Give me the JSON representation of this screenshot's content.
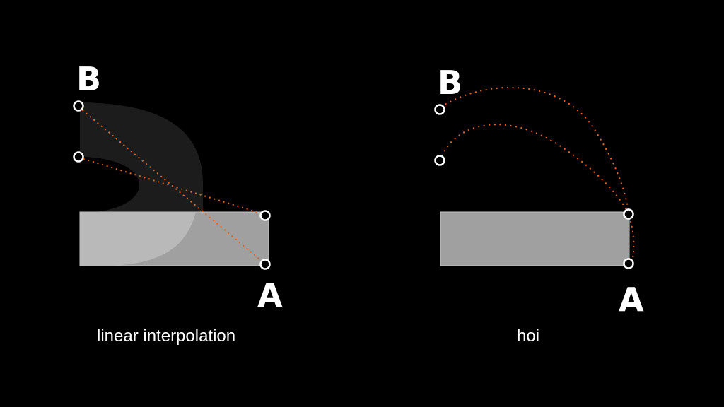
{
  "panels": [
    {
      "caption": "linear interpolation",
      "label_b": "B",
      "label_a": "A",
      "style": "linear"
    },
    {
      "caption": "hoi",
      "label_b": "B",
      "label_a": "A",
      "style": "arc"
    }
  ],
  "colors": {
    "background": "#000000",
    "path_dots": "#e8601c",
    "rect_fill": "#a0a0a0",
    "rect_highlight": "#b9b9b9",
    "ghost_shape": "#1c1c1c",
    "handle_stroke": "#ffffff"
  }
}
